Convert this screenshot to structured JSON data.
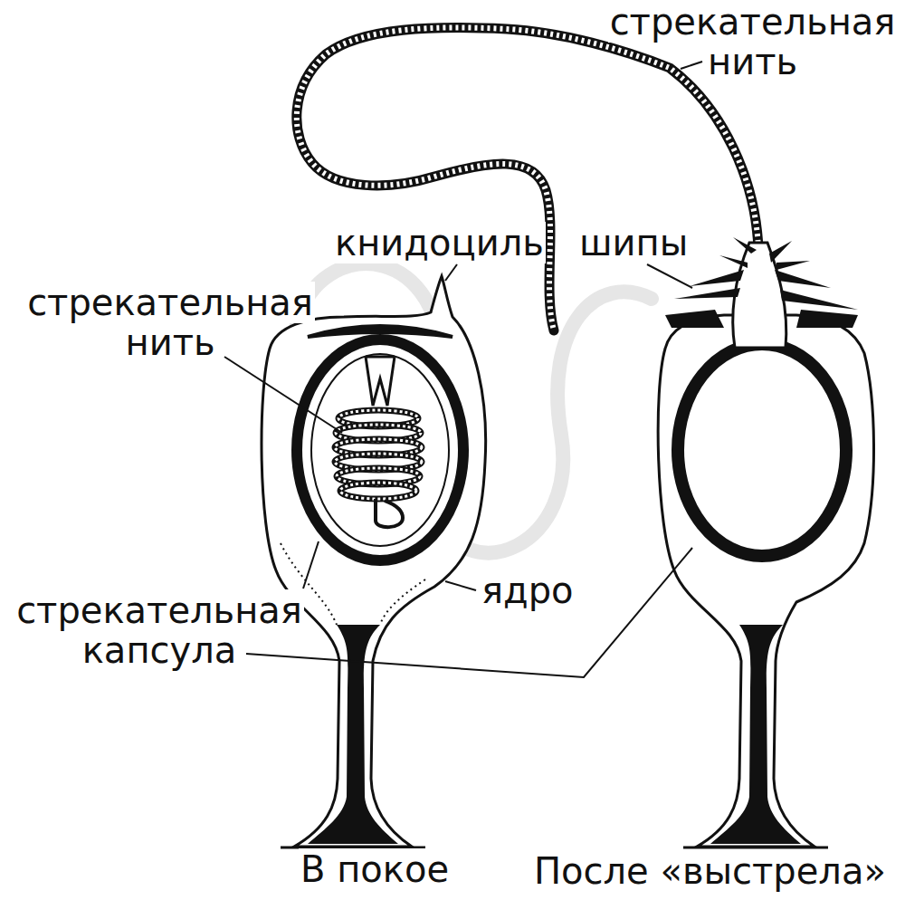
{
  "diagram": {
    "labels": [
      "стрекательная нить",
      "книдоциль",
      "шипы",
      "стрекательная нить",
      "ядро",
      "стрекательная капсула",
      "В покое",
      "После «выстрела»"
    ]
  }
}
